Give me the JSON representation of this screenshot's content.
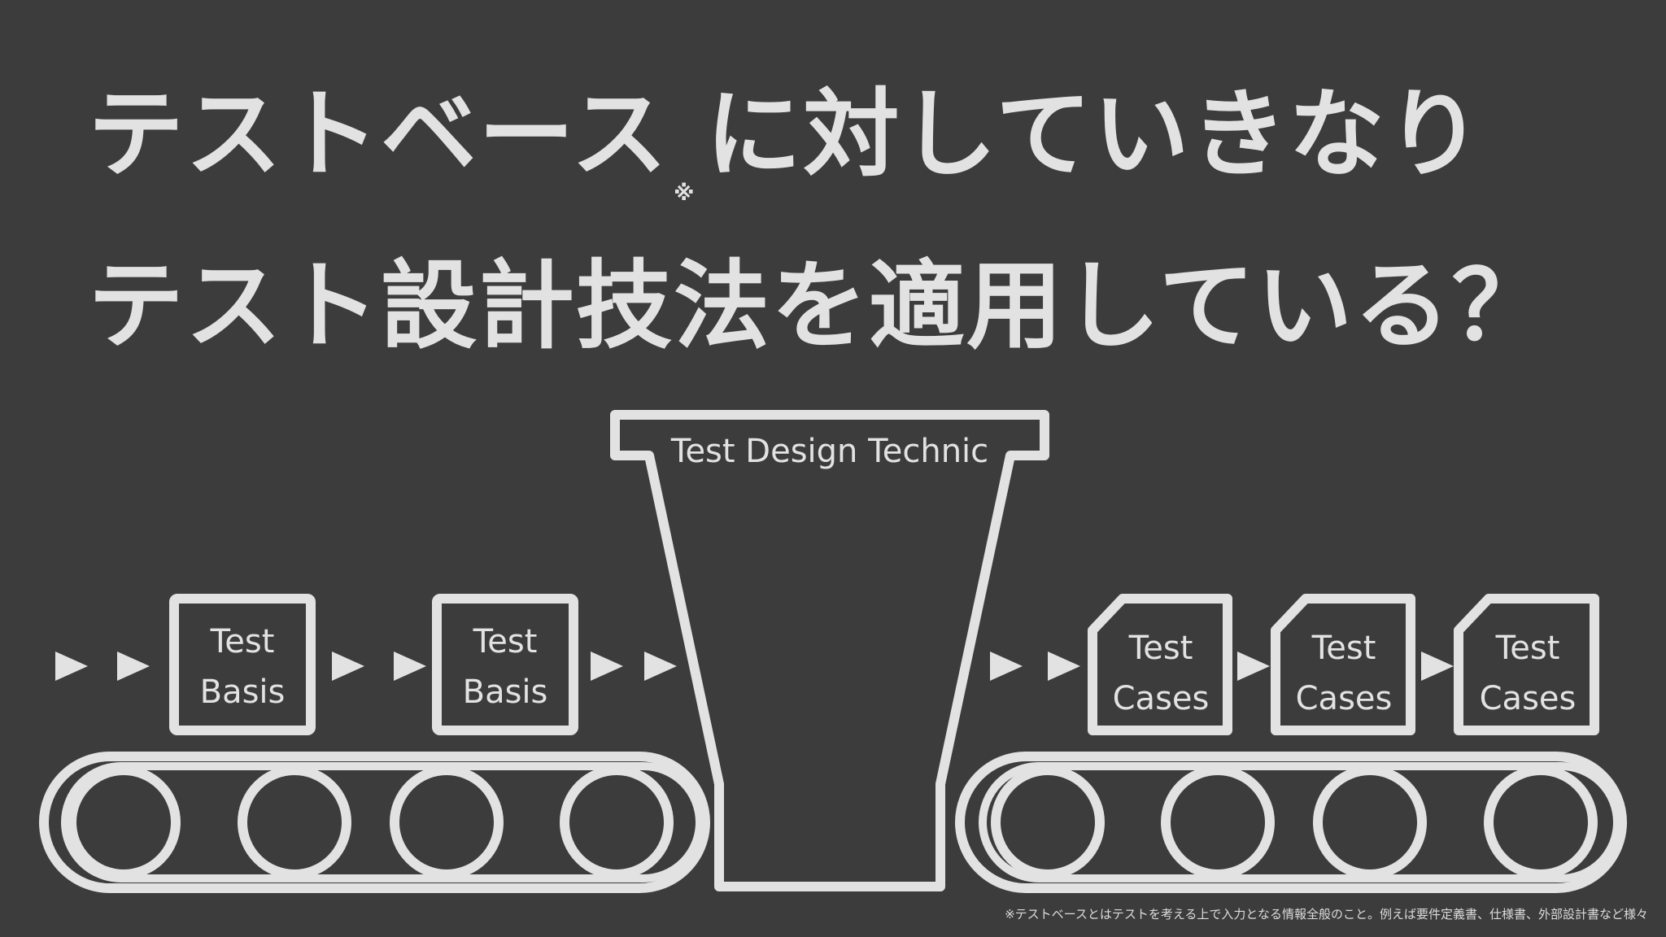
{
  "title": {
    "line1_part1": "テストベース",
    "note_mark": "※",
    "line1_part2": "に対していきなり",
    "line2": "テスト設計技法を適用している？"
  },
  "diagram": {
    "funnel_label": "Test Design Technic",
    "input_boxes": [
      {
        "line1": "Test",
        "line2": "Basis"
      },
      {
        "line1": "Test",
        "line2": "Basis"
      }
    ],
    "output_boxes": [
      {
        "line1": "Test",
        "line2": "Cases"
      },
      {
        "line1": "Test",
        "line2": "Cases"
      },
      {
        "line1": "Test",
        "line2": "Cases"
      }
    ],
    "colors": {
      "background": "#3c3c3d",
      "stroke": "#e2e2e2"
    }
  },
  "footnote": "※テストベースとはテストを考える上で入力となる情報全般のこと。例えば要件定義書、仕様書、外部設計書など様々"
}
